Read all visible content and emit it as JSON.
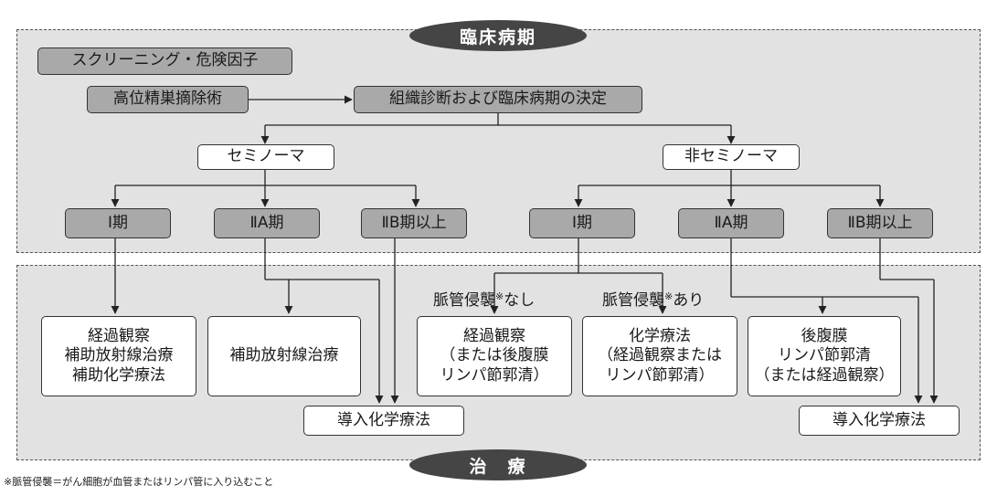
{
  "headers": {
    "top": "臨床病期",
    "bottom": "治　療"
  },
  "staging": {
    "screening": "スクリーニング・危険因子",
    "orchiectomy": "高位精巣摘除術",
    "diagnosis": "組織診断および臨床病期の決定",
    "seminoma": "セミノーマ",
    "nonseminoma": "非セミノーマ",
    "sem_stage_1": "Ⅰ期",
    "sem_stage_2a": "ⅡA期",
    "sem_stage_2b": "ⅡB期以上",
    "non_stage_1": "Ⅰ期",
    "non_stage_2a": "ⅡA期",
    "non_stage_2b": "ⅡB期以上"
  },
  "treatment": {
    "sem_1": "経過観察\n補助放射線治療\n補助化学療法",
    "sem_2a": "補助放射線治療",
    "induction_left": "導入化学療法",
    "invasion_none_label": "脈管侵襲",
    "invasion_none_suffix": "なし",
    "invasion_yes_label": "脈管侵襲",
    "invasion_yes_suffix": "あり",
    "asterisk": "※",
    "non_1_none": "経過観察\n（または後腹膜\nリンパ節郭清）",
    "non_1_yes": "化学療法\n（経過観察または\nリンパ節郭清）",
    "non_2a": "後腹膜\nリンパ節郭清\n（または経過観察）",
    "induction_right": "導入化学療法"
  },
  "footnote": "※脈管侵襲＝がん細胞が血管またはリンパ管に入り込むこと"
}
